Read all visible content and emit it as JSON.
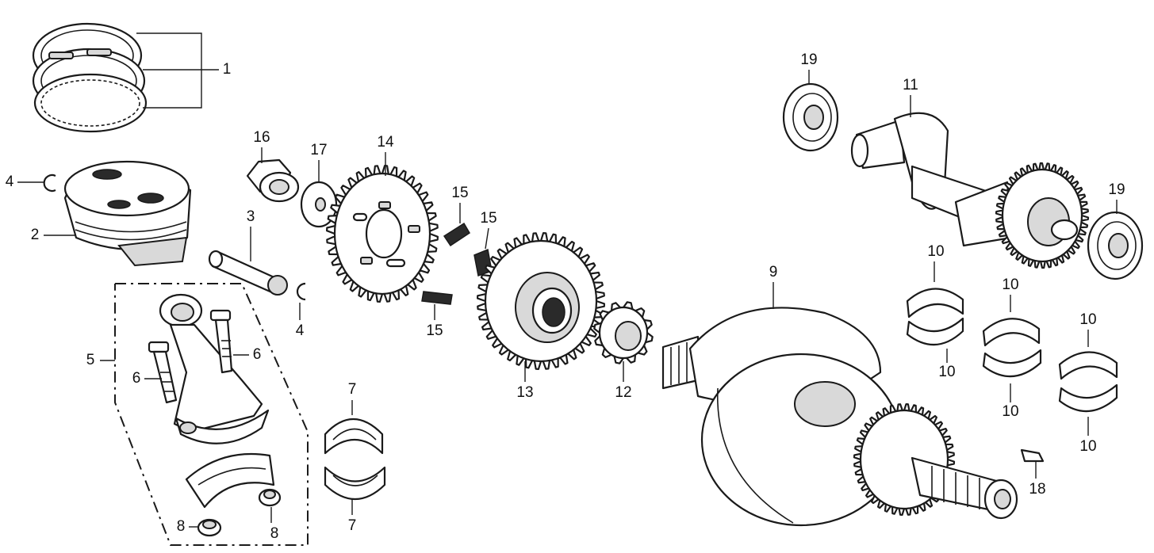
{
  "callouts": [
    {
      "id": "c1",
      "text": "1"
    },
    {
      "id": "c2",
      "text": "2"
    },
    {
      "id": "c3",
      "text": "3"
    },
    {
      "id": "c4a",
      "text": "4"
    },
    {
      "id": "c4b",
      "text": "4"
    },
    {
      "id": "c5",
      "text": "5"
    },
    {
      "id": "c6a",
      "text": "6"
    },
    {
      "id": "c6b",
      "text": "6"
    },
    {
      "id": "c7a",
      "text": "7"
    },
    {
      "id": "c7b",
      "text": "7"
    },
    {
      "id": "c8a",
      "text": "8"
    },
    {
      "id": "c8b",
      "text": "8"
    },
    {
      "id": "c9",
      "text": "9"
    },
    {
      "id": "c10a",
      "text": "10"
    },
    {
      "id": "c10b",
      "text": "10"
    },
    {
      "id": "c10c",
      "text": "10"
    },
    {
      "id": "c10d",
      "text": "10"
    },
    {
      "id": "c10e",
      "text": "10"
    },
    {
      "id": "c10f",
      "text": "10"
    },
    {
      "id": "c11",
      "text": "11"
    },
    {
      "id": "c12",
      "text": "12"
    },
    {
      "id": "c13",
      "text": "13"
    },
    {
      "id": "c14",
      "text": "14"
    },
    {
      "id": "c15a",
      "text": "15"
    },
    {
      "id": "c15b",
      "text": "15"
    },
    {
      "id": "c15c",
      "text": "15"
    },
    {
      "id": "c16",
      "text": "16"
    },
    {
      "id": "c17",
      "text": "17"
    },
    {
      "id": "c18",
      "text": "18"
    },
    {
      "id": "c19a",
      "text": "19"
    },
    {
      "id": "c19b",
      "text": "19"
    }
  ],
  "colors": {
    "ink": "#1a1a1a",
    "paper": "#ffffff",
    "shade": "#d9d9d9"
  }
}
